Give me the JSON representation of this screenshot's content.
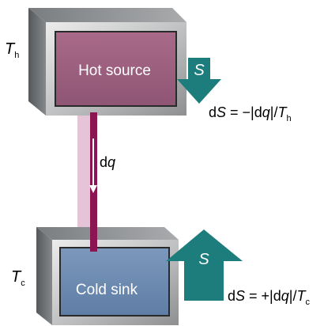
{
  "hot_box": {
    "label": "Hot source",
    "color": "#a0607f"
  },
  "cold_box": {
    "label": "Cold sink",
    "color": "#6f8db2"
  },
  "hot_temp": {
    "symbol": "T",
    "subscript": "h"
  },
  "cold_temp": {
    "symbol": "T",
    "subscript": "c"
  },
  "heat_flow": {
    "d": "d",
    "q": "q"
  },
  "arrows": {
    "color": "#1c7d7c",
    "hot_symbol": "S",
    "cold_symbol": "S"
  },
  "hot_equation": {
    "prefix": "d",
    "S": "S",
    "middle": " = −|d",
    "q": "q",
    "tail": "|/",
    "T": "T",
    "sub": "h"
  },
  "cold_equation": {
    "prefix": "d",
    "S": "S",
    "middle": " = +|d",
    "q": "q",
    "tail": "|/",
    "T": "T",
    "sub": "c"
  },
  "colors": {
    "rod_light": "#e6c4d8",
    "rod_dark": "#8a1552",
    "frame_dark": "#666a6d",
    "frame_light": "#c9cacb"
  }
}
